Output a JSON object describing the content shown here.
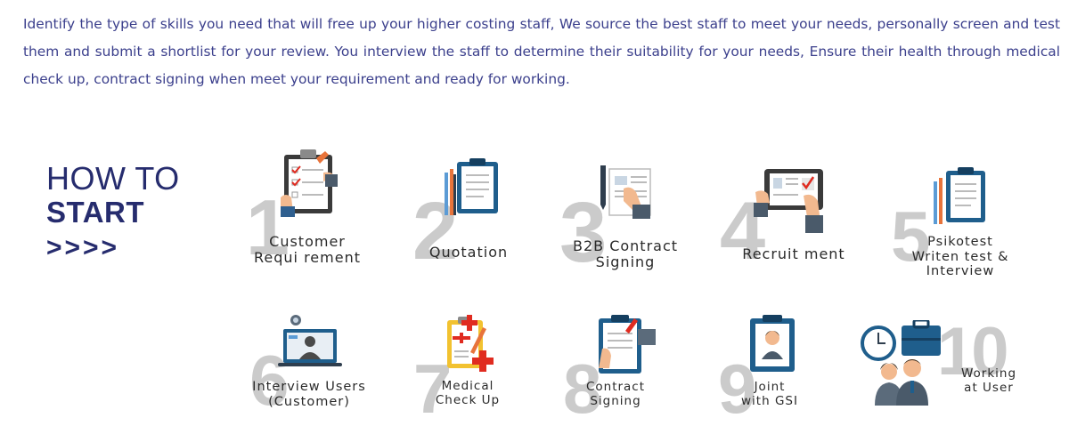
{
  "intro": {
    "text": "Identify the type of skills you need that will free up your higher costing  staff, We source the best staff to meet your needs, personally screen and test them and submit a shortlist for your review. You interview the staff to determine their suitability for your needs, Ensure their health through medical check up, contract signing when meet your requirement and ready for  working."
  },
  "how": {
    "line1": "HOW TO",
    "line2": "START",
    "line3": ">>>>"
  },
  "steps": [
    {
      "number": "1",
      "label_lines": [
        "Customer",
        "Requi rement"
      ],
      "icon": "clipboard-checklist-icon"
    },
    {
      "number": "2",
      "label_lines": [
        "Quotation"
      ],
      "icon": "clipboard-pens-icon"
    },
    {
      "number": "3",
      "label_lines": [
        "B2B Contract",
        "Signing"
      ],
      "icon": "document-signing-icon"
    },
    {
      "number": "4",
      "label_lines": [
        "Recruit ment"
      ],
      "icon": "tablet-profile-icon"
    },
    {
      "number": "5",
      "label_lines": [
        "Psikotest",
        "Writen test &",
        "Interview"
      ],
      "icon": "clipboard-pencils-icon"
    },
    {
      "number": "6",
      "label_lines": [
        "Interview Users",
        "(Customer)"
      ],
      "icon": "video-call-laptop-icon"
    },
    {
      "number": "7",
      "label_lines": [
        "Medical",
        "Check Up"
      ],
      "icon": "medical-checklist-icon"
    },
    {
      "number": "8",
      "label_lines": [
        "Contract",
        "Signing"
      ],
      "icon": "clipboard-signing-icon"
    },
    {
      "number": "9",
      "label_lines": [
        "Joint",
        "with GSI"
      ],
      "icon": "id-badge-icon"
    },
    {
      "number": "10",
      "label_lines": [
        "Working",
        "at User"
      ],
      "icon": "workers-briefcase-clock-icon"
    }
  ],
  "colors": {
    "text_primary": "#3b3f8c",
    "heading": "#262c6e",
    "number_gray": "#cbcbcb",
    "navy": "#1f4e79",
    "accent_red": "#e02b20",
    "accent_orange": "#e8743b",
    "skin": "#f2b98f"
  }
}
